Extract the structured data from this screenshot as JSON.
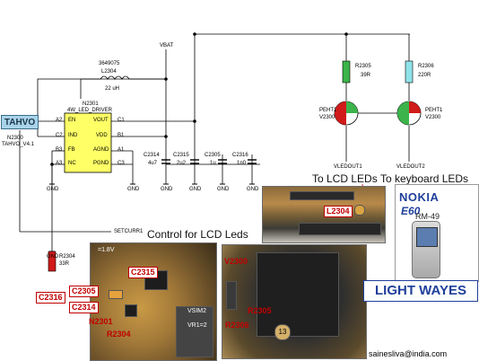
{
  "schematic": {
    "vbat": "VBAT",
    "l2304_code": "3649075",
    "l2304_ref": "L2304",
    "l2304_value": "22 uH",
    "ic_ref": "N2301",
    "ic_name": "4W_LED_DRIVER",
    "pins_left": [
      "A2",
      "C2",
      "B3",
      "A3"
    ],
    "pins_left_names": [
      "EN",
      "IND",
      "FB",
      "NC"
    ],
    "pins_right_names": [
      "VOUT",
      "VDD",
      "AGND",
      "PGND"
    ],
    "pins_right": [
      "C1",
      "B1",
      "A1",
      "C3"
    ],
    "n2300_ref": "N2300",
    "n2300_label": "TAHVO_V4.1",
    "tahvo_label": "TAHVO",
    "caps": [
      {
        "ref": "C2314",
        "value": "4u7"
      },
      {
        "ref": "C2315",
        "value": "2u2"
      },
      {
        "ref": "C2305",
        "value": "1u"
      },
      {
        "ref": "C2316",
        "value": "1n0"
      }
    ],
    "gnd": "GND",
    "r2304_ref": "R2304",
    "r2304_value": "33R",
    "setcurr": "SETCURR1",
    "r2305_ref": "R2305",
    "r2305_value": "39R",
    "r2306_ref": "R2306",
    "r2306_value": "220R",
    "peht_left": "PEHT1",
    "peht_right": "PEHT1",
    "v2300_left": "V2300",
    "v2300_right": "V2300",
    "vledout1": "VLEDOUT1",
    "vledout2": "VLEDOUT2"
  },
  "headings": {
    "to_lcd": "To LCD LEDs",
    "to_keyboard": "To keyboard LEDs",
    "control": "Control for LCD Leds"
  },
  "pcb_tags": {
    "l2304": "L2304",
    "c2315": "C2315",
    "c2305": "C2305",
    "c2316": "C2316",
    "c2314": "C2314",
    "n2301": "N2301",
    "r2304": "R2304",
    "v2300": "V2300",
    "r2305": "R2305",
    "r2306": "R2306",
    "vsim": "VSIM2",
    "vr1": "VR1=2",
    "v18": "=1.8V",
    "pad13": "13"
  },
  "brand": {
    "nokia": "NOKIA",
    "model": "E60",
    "rm": "RM-49",
    "lightways": "LIGHT WAYES",
    "email": "sainesliva@india.com"
  },
  "colors": {
    "resistor_green": "#3cb44b",
    "resistor_cyan": "#8fe3e8",
    "resistor_red": "#d11a1a",
    "tag_red": "#c00000",
    "ic_yellow": "#ffff66",
    "brand_blue": "#1f3f9a"
  }
}
